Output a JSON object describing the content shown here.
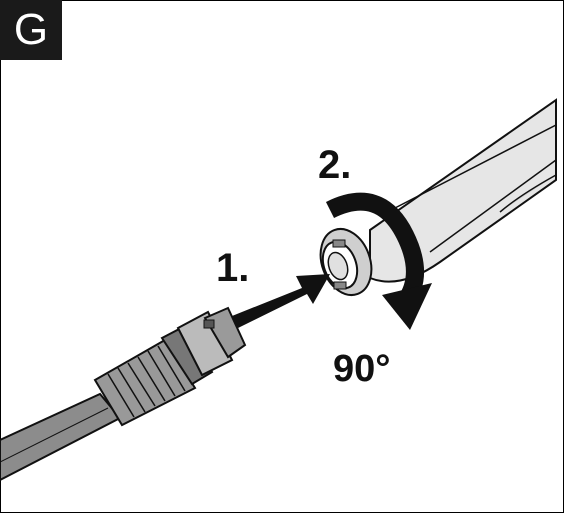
{
  "panel": {
    "label": "G"
  },
  "steps": {
    "step1": "1.",
    "step2": "2."
  },
  "rotation": {
    "angle_label": "90°"
  }
}
